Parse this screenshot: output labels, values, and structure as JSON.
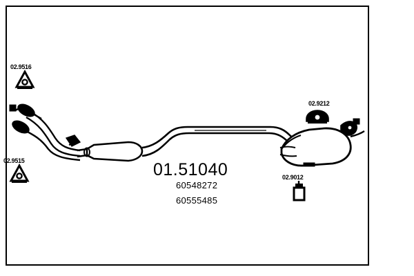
{
  "drawing": {
    "type": "exhaust-system-technical-drawing",
    "main_part_number": "01.51040",
    "reference_numbers": [
      "60548272",
      "60555485"
    ],
    "line_color": "#000000",
    "background_color": "#ffffff",
    "components": [
      {
        "name": "front-pipe-assembly",
        "description": "twin flared flange inlets converging into parallel pipes"
      },
      {
        "name": "center-silencer",
        "description": "tapered oval center muffler box"
      },
      {
        "name": "mid-pipe",
        "description": "raised straight intermediate pipe with kinks at both ends"
      },
      {
        "name": "rear-muffler",
        "description": "large rounded rear silencer box with hanger bracket"
      },
      {
        "name": "tailpipe",
        "description": "short outlet pipe at rear right"
      }
    ],
    "accessory_labels": [
      {
        "id": "hanger-top-left",
        "text": "02.9516",
        "icon": "rubber-mount-triangle-icon"
      },
      {
        "id": "hanger-bottom-left",
        "text": "02.9515",
        "icon": "rubber-mount-triangle-icon"
      },
      {
        "id": "mount-rear",
        "text": "02.9212",
        "icon": "rubber-mount-round-icon"
      },
      {
        "id": "clamp-rear",
        "text": "02.9012",
        "icon": "u-bolt-clamp-icon"
      }
    ]
  }
}
